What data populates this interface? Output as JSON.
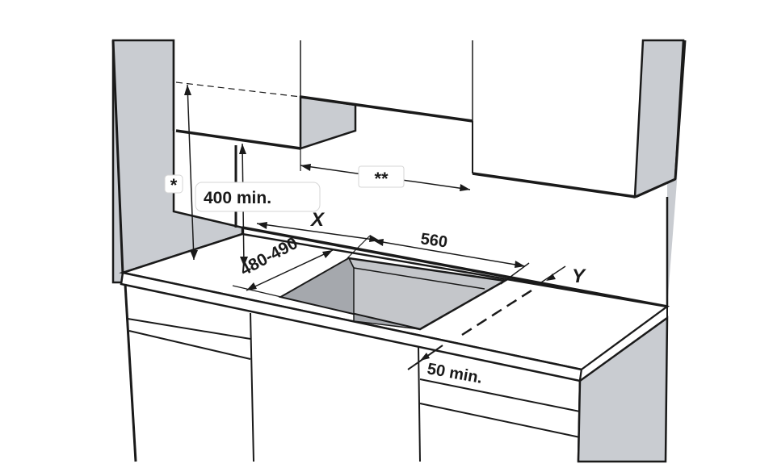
{
  "labels": {
    "asterisk": "*",
    "double_asterisk": "**",
    "min_400": "400 min.",
    "x": "X",
    "y": "Y",
    "width_560": "560",
    "depth_480_490": "480-490",
    "min_50": "50 min."
  },
  "colors": {
    "line": "#1a1a1a",
    "wall_grey": "#c9ccd1",
    "cutout_dark": "#a5a8ad",
    "cutout_light": "#c4c6ca",
    "label_bg": "#ffffff"
  }
}
